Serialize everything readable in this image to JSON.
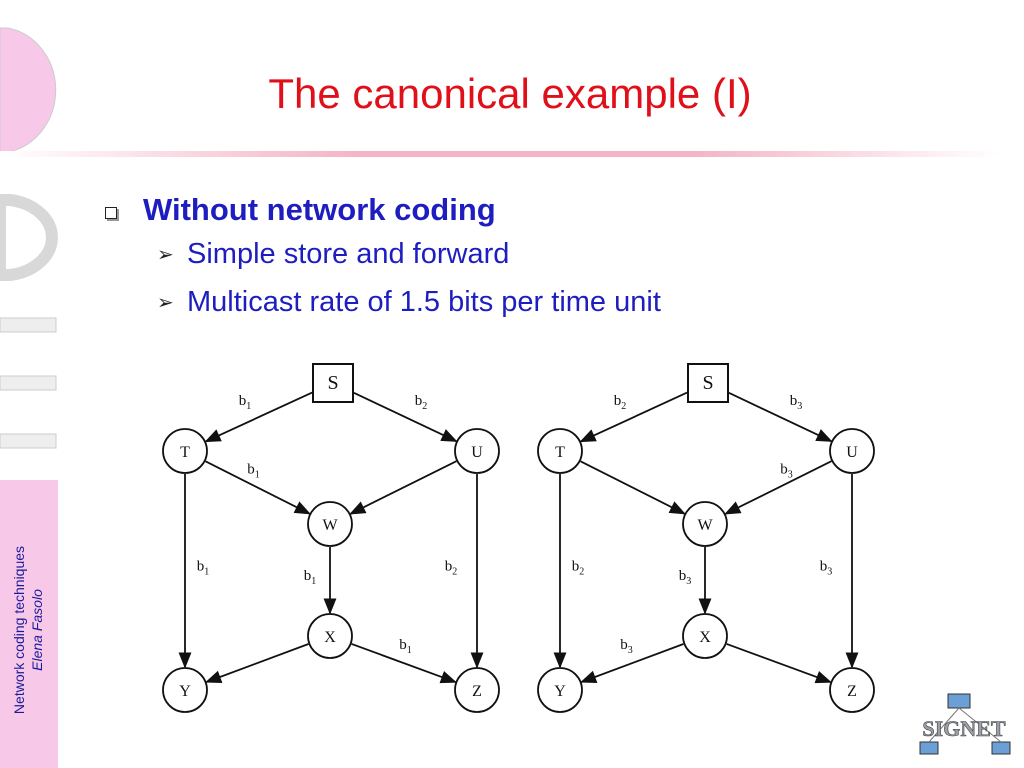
{
  "sidebar": {
    "course": "Network coding techniques",
    "author": "Elena Fasolo"
  },
  "slide": {
    "title": "The canonical example (I)",
    "bullet": "Without network coding",
    "subbullets": [
      "Simple store and forward",
      "Multicast rate of 1.5 bits per time unit"
    ]
  },
  "logo": {
    "text": "SIGNET"
  },
  "diagrams": [
    {
      "nodes": {
        "S": {
          "label": "S"
        },
        "T": {
          "label": "T"
        },
        "U": {
          "label": "U"
        },
        "W": {
          "label": "W"
        },
        "X": {
          "label": "X"
        },
        "Y": {
          "label": "Y"
        },
        "Z": {
          "label": "Z"
        }
      },
      "edges": [
        {
          "from": "S",
          "to": "T",
          "bit": "1"
        },
        {
          "from": "S",
          "to": "U",
          "bit": "2"
        },
        {
          "from": "T",
          "to": "W",
          "bit": "1"
        },
        {
          "from": "U",
          "to": "W",
          "bit": ""
        },
        {
          "from": "T",
          "to": "Y",
          "bit": "1"
        },
        {
          "from": "W",
          "to": "X",
          "bit": "1"
        },
        {
          "from": "U",
          "to": "Z",
          "bit": "2"
        },
        {
          "from": "X",
          "to": "Y",
          "bit": ""
        },
        {
          "from": "X",
          "to": "Z",
          "bit": "1"
        }
      ]
    },
    {
      "nodes": {
        "S": {
          "label": "S"
        },
        "T": {
          "label": "T"
        },
        "U": {
          "label": "U"
        },
        "W": {
          "label": "W"
        },
        "X": {
          "label": "X"
        },
        "Y": {
          "label": "Y"
        },
        "Z": {
          "label": "Z"
        }
      },
      "edges": [
        {
          "from": "S",
          "to": "T",
          "bit": "2"
        },
        {
          "from": "S",
          "to": "U",
          "bit": "3"
        },
        {
          "from": "T",
          "to": "W",
          "bit": ""
        },
        {
          "from": "U",
          "to": "W",
          "bit": "3"
        },
        {
          "from": "T",
          "to": "Y",
          "bit": "2"
        },
        {
          "from": "W",
          "to": "X",
          "bit": "3"
        },
        {
          "from": "U",
          "to": "Z",
          "bit": "3"
        },
        {
          "from": "X",
          "to": "Y",
          "bit": "3"
        },
        {
          "from": "X",
          "to": "Z",
          "bit": ""
        }
      ]
    }
  ]
}
